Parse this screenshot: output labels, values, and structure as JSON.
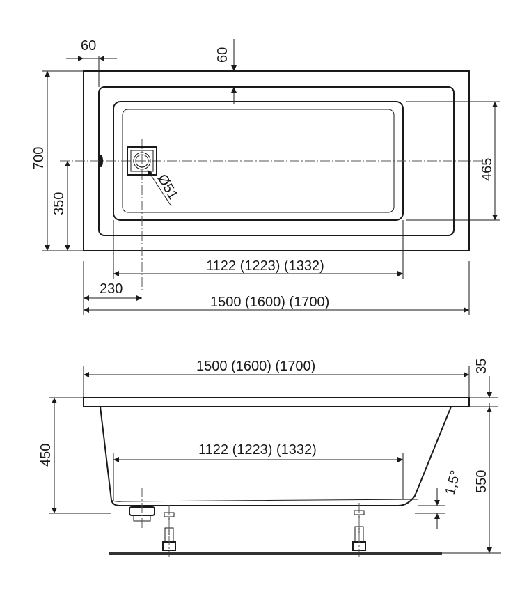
{
  "top_view": {
    "dim_rim_width": "60",
    "dim_rim_top": "60",
    "dim_total_width": "700",
    "dim_half_width": "350",
    "dim_inner_width": "465",
    "dim_drain_diameter": "Ø51",
    "dim_inner_length": "1122 (1223) (1332)",
    "dim_drain_offset": "230",
    "dim_total_length": "1500 (1600) (1700)"
  },
  "side_view": {
    "dim_total_length": "1500 (1600) (1700)",
    "dim_rim_thickness": "35",
    "dim_height": "450",
    "dim_inner_length": "1122 (1223) (1332)",
    "dim_slope": "1,5°",
    "dim_total_height": "550"
  }
}
